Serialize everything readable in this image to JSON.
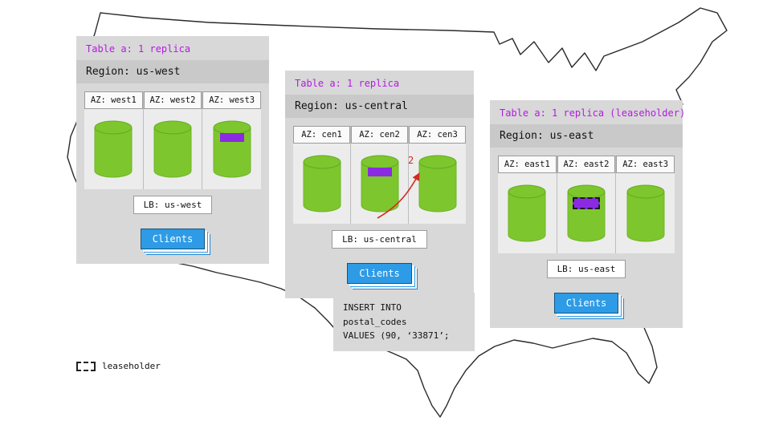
{
  "colors": {
    "accent_purple": "#b41be0",
    "marker_purple": "#8a2be2",
    "cylinder_green": "#7ec62e",
    "clients_blue": "#2e9be6",
    "arrow_red": "#d42a1d",
    "panel_gray": "#d8d8d8"
  },
  "panels": [
    {
      "id": "us-west",
      "title": "Table a: 1 replica",
      "region": "Region: us-west",
      "azs": [
        {
          "label": "AZ: west1",
          "marker": "none"
        },
        {
          "label": "AZ: west2",
          "marker": "none"
        },
        {
          "label": "AZ: west3",
          "marker": "solid"
        }
      ],
      "lb": "LB: us-west",
      "clients": "Clients"
    },
    {
      "id": "us-central",
      "title": "Table a: 1 replica",
      "region": "Region: us-central",
      "azs": [
        {
          "label": "AZ: cen1",
          "marker": "none"
        },
        {
          "label": "AZ: cen2",
          "marker": "solid"
        },
        {
          "label": "AZ: cen3",
          "marker": "none"
        }
      ],
      "lb": "LB: us-central",
      "clients": "Clients"
    },
    {
      "id": "us-east",
      "title": "Table a: 1 replica (leaseholder)",
      "region": "Region: us-east",
      "azs": [
        {
          "label": "AZ: east1",
          "marker": "none"
        },
        {
          "label": "AZ: east2",
          "marker": "dashed"
        },
        {
          "label": "AZ: east3",
          "marker": "none"
        }
      ],
      "lb": "LB: us-east",
      "clients": "Clients"
    }
  ],
  "arrow": {
    "label": "2"
  },
  "sql_note": {
    "lines": [
      "INSERT INTO postal_codes",
      "VALUES (90, ‘33871’;"
    ]
  },
  "legend": {
    "label": "leaseholder"
  }
}
